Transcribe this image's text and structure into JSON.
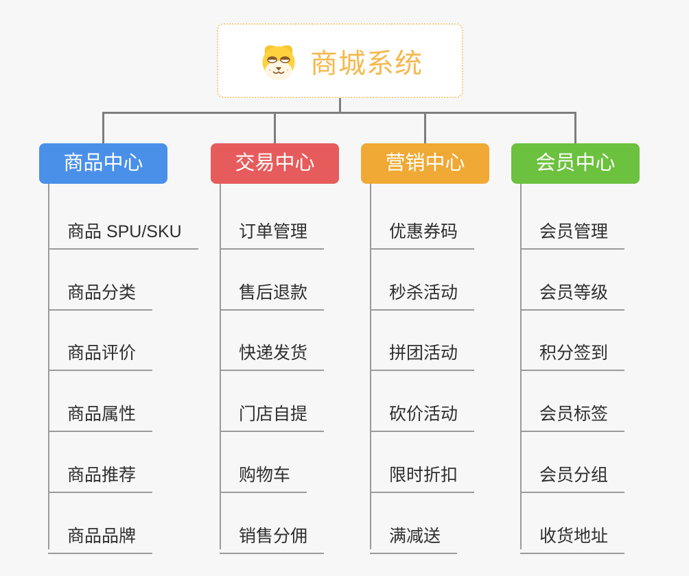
{
  "page": {
    "background_color": "#f7f7f7",
    "connector_color": "#7d7d7d",
    "leaf_line_color": "#9a9a9a",
    "leaf_text_color": "#2e2e2e"
  },
  "root": {
    "label": "商城系统",
    "icon": "dog-face-icon",
    "text_color": "#f5b84e",
    "border_color": "#f9c87e"
  },
  "branches": [
    {
      "label": "商品中心",
      "color": "#4a90e9",
      "items": [
        "商品 SPU/SKU",
        "商品分类",
        "商品评价",
        "商品属性",
        "商品推荐",
        "商品品牌"
      ]
    },
    {
      "label": "交易中心",
      "color": "#e65c5c",
      "items": [
        "订单管理",
        "售后退款",
        "快递发货",
        "门店自提",
        "购物车",
        "销售分佣"
      ]
    },
    {
      "label": "营销中心",
      "color": "#f0a935",
      "items": [
        "优惠券码",
        "秒杀活动",
        "拼团活动",
        "砍价活动",
        "限时折扣",
        "满减送"
      ]
    },
    {
      "label": "会员中心",
      "color": "#6cc13f",
      "items": [
        "会员管理",
        "会员等级",
        "积分签到",
        "会员标签",
        "会员分组",
        "收货地址"
      ]
    }
  ]
}
